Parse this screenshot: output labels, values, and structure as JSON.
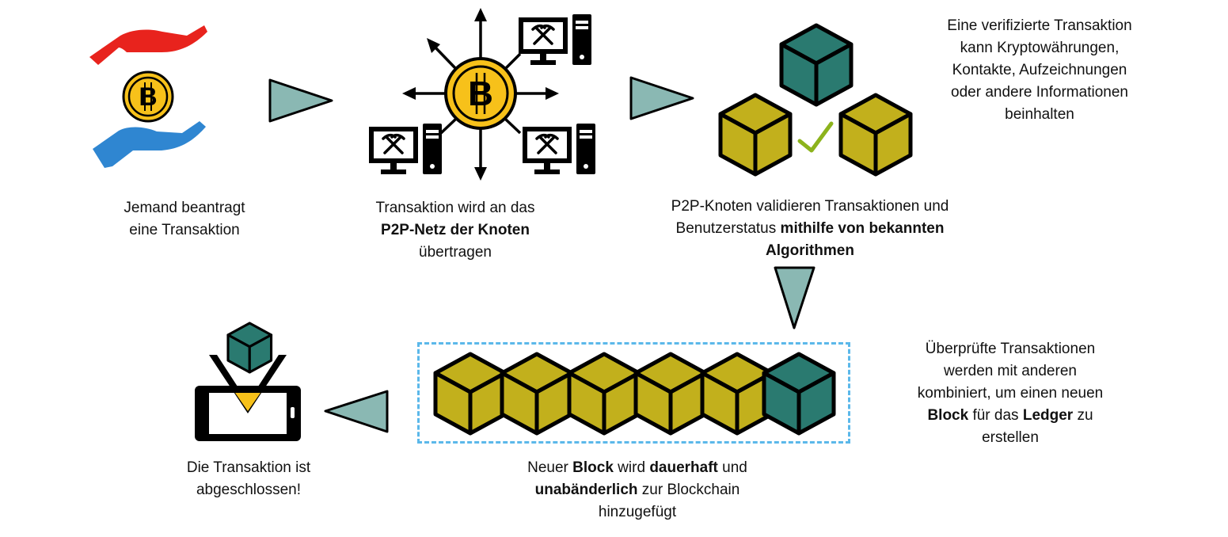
{
  "steps": {
    "request": {
      "line1": "Jemand beantragt",
      "line2": "eine Transaktion"
    },
    "broadcast": {
      "line1": "Transaktion wird an das",
      "line2_bold": "P2P-Netz der Knoten",
      "line3": "übertragen"
    },
    "validate": {
      "line1": "P2P-Knoten validieren Transaktionen und",
      "line2_pre": "Benutzerstatus ",
      "line2_bold": "mithilfe von bekannten",
      "line3_bold": "Algorithmen"
    },
    "info": {
      "line1": "Eine verifizierte Transaktion",
      "line2": "kann Kryptowährungen,",
      "line3": "Kontakte, Aufzeichnungen",
      "line4": "oder andere Informationen",
      "line5": "beinhalten"
    },
    "combine": {
      "line1": "Überprüfte Transaktionen",
      "line2": "werden mit anderen",
      "line3": "kombiniert, um einen neuen",
      "line4_bold_a": "Block",
      "line4_mid": " für das ",
      "line4_bold_b": "Ledger",
      "line4_post": " zu",
      "line5": "erstellen"
    },
    "add_block": {
      "line1_pre": "Neuer ",
      "line1_bold_a": "Block",
      "line1_mid": " wird ",
      "line1_bold_b": "dauerhaft",
      "line1_post": " und",
      "line2_bold": "unabänderlich",
      "line2_post": " zur Blockchain",
      "line3": "hinzugefügt"
    },
    "done": {
      "line1": "Die Transaktion ist",
      "line2": "abgeschlossen!"
    }
  },
  "colors": {
    "arrow": "#8ab8b3",
    "hand_top": "#e8231d",
    "hand_bottom": "#2f86d1",
    "coin": "#f7c11a",
    "cube_gold": "#c2b01c",
    "cube_teal": "#2a7a70",
    "check": "#8cb31c",
    "dashed_frame": "#5bb8ea"
  },
  "icons": [
    "hands-icon",
    "bitcoin-coin-icon",
    "miner-computer-icon",
    "cube-icon",
    "checkmark-icon",
    "phone-icon"
  ]
}
